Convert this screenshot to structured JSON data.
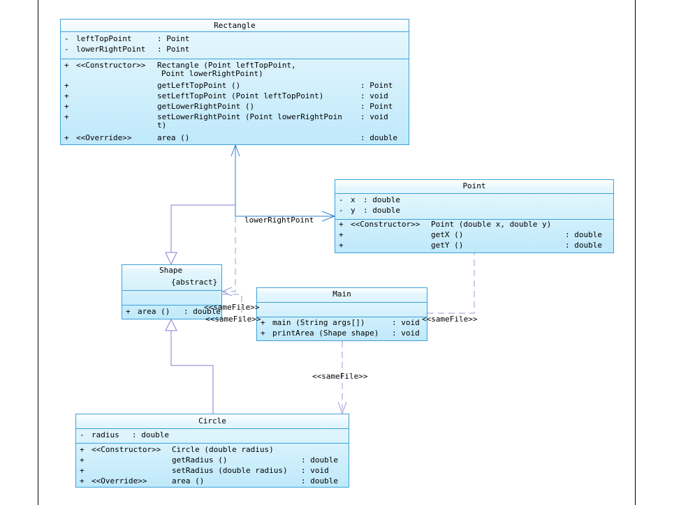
{
  "classes": {
    "rectangle": {
      "name": "Rectangle",
      "attributes": [
        {
          "vis": "-",
          "name": "leftTopPoint",
          "type": ": Point"
        },
        {
          "vis": "-",
          "name": "lowerRightPoint",
          "type": ": Point"
        }
      ],
      "operations": [
        {
          "vis": "+",
          "stereo": "<<Constructor>>",
          "name": "Rectangle (Point leftTopPoint,",
          "type": ""
        },
        {
          "vis": "",
          "stereo": "",
          "name": "Point lowerRightPoint)",
          "type": ""
        },
        {
          "vis": "+",
          "stereo": "",
          "name": "getLeftTopPoint ()",
          "type": ": Point"
        },
        {
          "vis": "+",
          "stereo": "",
          "name": "setLeftTopPoint (Point leftTopPoint)",
          "type": ": void"
        },
        {
          "vis": "+",
          "stereo": "",
          "name": "getLowerRightPoint ()",
          "type": ": Point"
        },
        {
          "vis": "+",
          "stereo": "",
          "name": "setLowerRightPoint (Point lowerRightPoin",
          "type": ": void"
        },
        {
          "vis": "",
          "stereo": "",
          "name": "t)",
          "type": ""
        },
        {
          "vis": "+",
          "stereo": "<<Override>>",
          "name": "area ()",
          "type": ": double"
        }
      ]
    },
    "point": {
      "name": "Point",
      "attributes": [
        {
          "vis": "-",
          "name": "x",
          "type": ": double"
        },
        {
          "vis": "-",
          "name": "y",
          "type": ": double"
        }
      ],
      "operations": [
        {
          "vis": "+",
          "stereo": "<<Constructor>>",
          "name": "Point (double x, double y)",
          "type": ""
        },
        {
          "vis": "+",
          "stereo": "",
          "name": "getX ()",
          "type": ": double"
        },
        {
          "vis": "+",
          "stereo": "",
          "name": "getY ()",
          "type": ": double"
        }
      ]
    },
    "shape": {
      "name": "Shape",
      "modifier": "{abstract}",
      "operations": [
        {
          "vis": "+",
          "name": "area ()",
          "type": ": double"
        }
      ]
    },
    "main": {
      "name": "Main",
      "operations": [
        {
          "vis": "+",
          "name": "main (String args[])",
          "type": ": void"
        },
        {
          "vis": "+",
          "name": "printArea (Shape shape)",
          "type": ": void"
        }
      ]
    },
    "circle": {
      "name": "Circle",
      "attributes": [
        {
          "vis": "-",
          "name": "radius",
          "type": ": double"
        }
      ],
      "operations": [
        {
          "vis": "+",
          "stereo": "<<Constructor>>",
          "name": "Circle (double radius)",
          "type": ""
        },
        {
          "vis": "+",
          "stereo": "",
          "name": "getRadius ()",
          "type": ": double"
        },
        {
          "vis": "+",
          "stereo": "",
          "name": "setRadius (double radius)",
          "type": ": void"
        },
        {
          "vis": "+",
          "stereo": "<<Override>>",
          "name": "area ()",
          "type": ": double"
        }
      ]
    }
  },
  "connector_labels": {
    "lower_right_point": "lowerRightPoint",
    "same_file_1": "<<sameFile>>",
    "same_file_2": "<<sameFile>>",
    "same_file_3": "<<sameFile>>",
    "same_file_4": "<<sameFile>>"
  },
  "colors": {
    "class_border": "#3aa0d8",
    "association": "#2b7fd4",
    "generalization": "#7f7fd6",
    "dependency": "#9a9ad8"
  }
}
